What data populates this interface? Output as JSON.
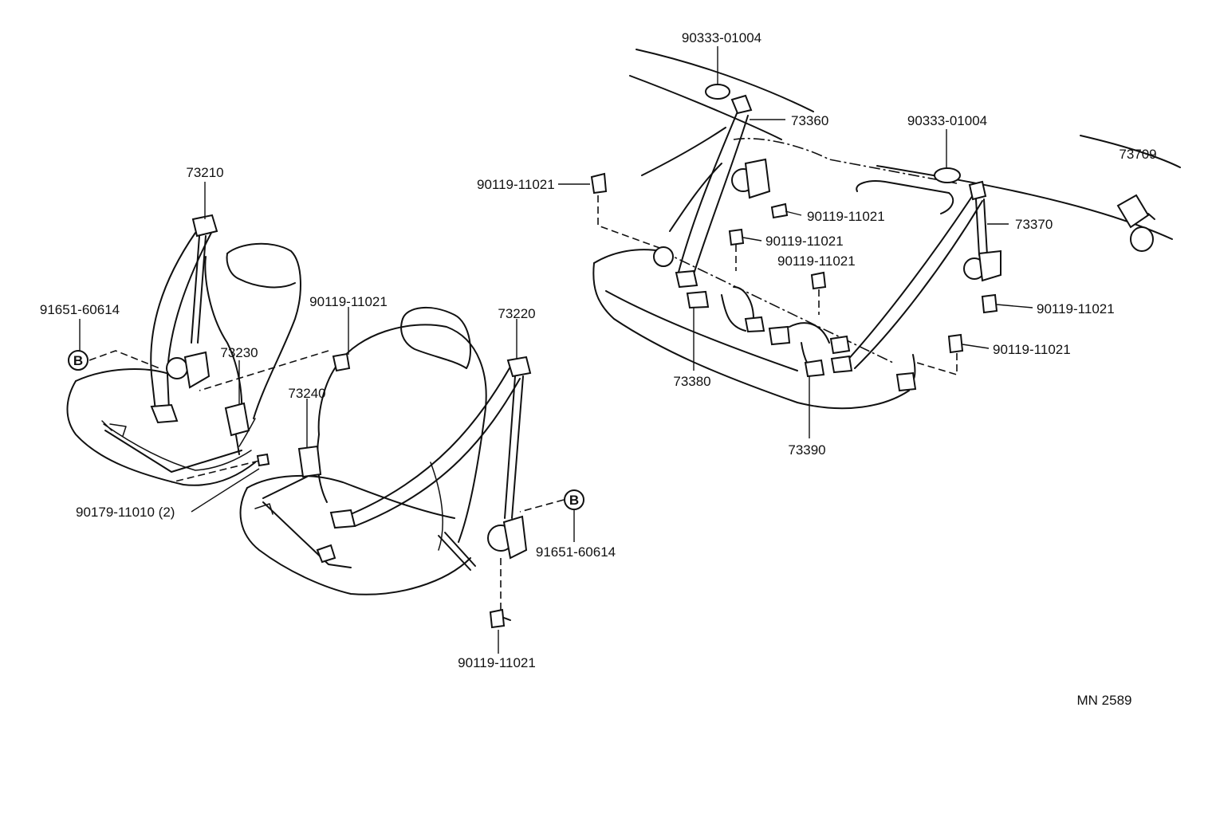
{
  "diagram": {
    "code": "MN 2589",
    "callout_letter": "B",
    "labels": {
      "p73210": "73210",
      "p91651_left": "91651-60614",
      "p73230": "73230",
      "p90119_left": "90119-11021",
      "p73240": "73240",
      "p73220": "73220",
      "p90179": "90179-11010 (2)",
      "p91651_right": "91651-60614",
      "p90119_bottom": "90119-11021",
      "p90333_top": "90333-01004",
      "p73360": "73360",
      "p90333_mid": "90333-01004",
      "p73709": "73709",
      "p90119_r1": "90119-11021",
      "p90119_r2": "90119-11021",
      "p90119_r3": "90119-11021",
      "p90119_r4": "90119-11021",
      "p73370": "73370",
      "p90119_r5": "90119-11021",
      "p90119_r6": "90119-11021",
      "p73380": "73380",
      "p73390": "73390"
    }
  }
}
